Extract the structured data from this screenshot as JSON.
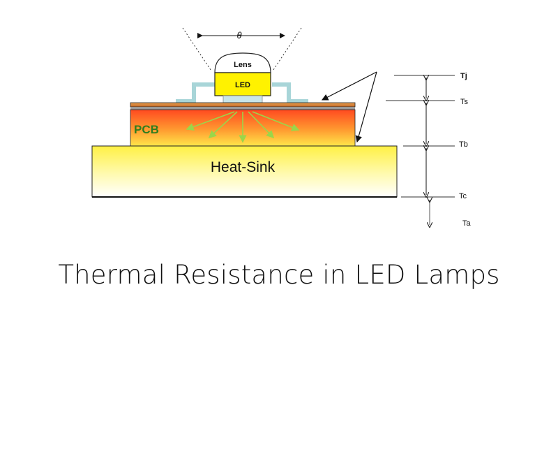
{
  "diagram": {
    "angle_label": "θ",
    "lens_label": "Lens",
    "led_label": "LED",
    "pcb_label": "PCB",
    "heatsink_label": "Heat-Sink",
    "levels": {
      "tj": "Tj",
      "ts": "Ts",
      "tb": "Tb",
      "tc": "Tc",
      "ta": "Ta"
    }
  },
  "caption": "Thermal Resistance in LED Lamps",
  "colors": {
    "pcb_top": "#ff5a2a",
    "pcb_bottom": "#ffe14a",
    "heatsink_top": "#fff04a",
    "heatsink_bottom": "#ffffff",
    "led": "#fff200",
    "solder_trace": "#a8d5d8",
    "heat_arrows": "#9bd64a",
    "pcb_text": "#2f7d1e",
    "substrate": "#d98a3a"
  }
}
